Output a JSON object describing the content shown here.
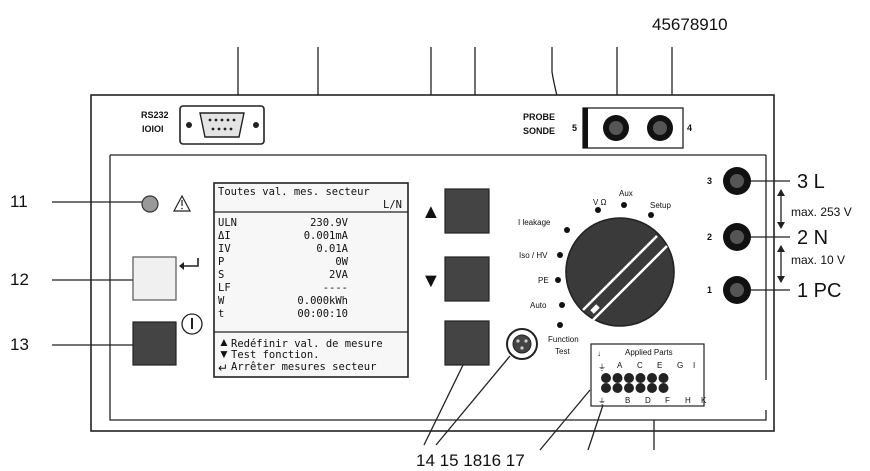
{
  "top_numbers": "45678910",
  "callouts": {
    "n11": "11",
    "n12": "12",
    "n13": "13",
    "bottom": "14 15 1816 17"
  },
  "ports": {
    "rs232": "RS232",
    "ioioi": "IOIOI",
    "probe": "PROBE",
    "sonde": "SONDE",
    "probe5": "5",
    "probe4": "4",
    "t3": "3",
    "t2": "2",
    "t1": "1"
  },
  "terminals": {
    "L": "3  L",
    "N": "2  N",
    "PC": "1  PC",
    "max253": "max. 253 V",
    "max10": "max. 10 V"
  },
  "display": {
    "title": "Toutes val. mes. secteur",
    "mode": "L/N",
    "rows": [
      {
        "sym": "ULN",
        "val": "230.9V"
      },
      {
        "sym": "ΔI",
        "val": "0.001mA"
      },
      {
        "sym": "IV",
        "val": "0.01A"
      },
      {
        "sym": "P",
        "val": "0W"
      },
      {
        "sym": "S",
        "val": "2VA"
      },
      {
        "sym": "LF",
        "val": "----"
      },
      {
        "sym": "W",
        "val": "0.000kWh"
      },
      {
        "sym": "t",
        "val": "00:00:10"
      }
    ],
    "menu": [
      "Redéfinir val. de mesure",
      "Test fonction.",
      "Arrêter mesures secteur"
    ]
  },
  "dial": {
    "v_ohm": "V Ω",
    "aux": "Aux",
    "setup": "Setup",
    "leakage": "I leakage",
    "iso_hv": "Iso / HV",
    "pe": "PE",
    "auto": "Auto",
    "function": "Function",
    "test": "Test"
  },
  "applied_parts": {
    "title": "Applied Parts",
    "top_letters": [
      "A",
      "C",
      "E",
      "G",
      "I"
    ],
    "bottom_letters": [
      "B",
      "D",
      "F",
      "H",
      "K"
    ]
  }
}
